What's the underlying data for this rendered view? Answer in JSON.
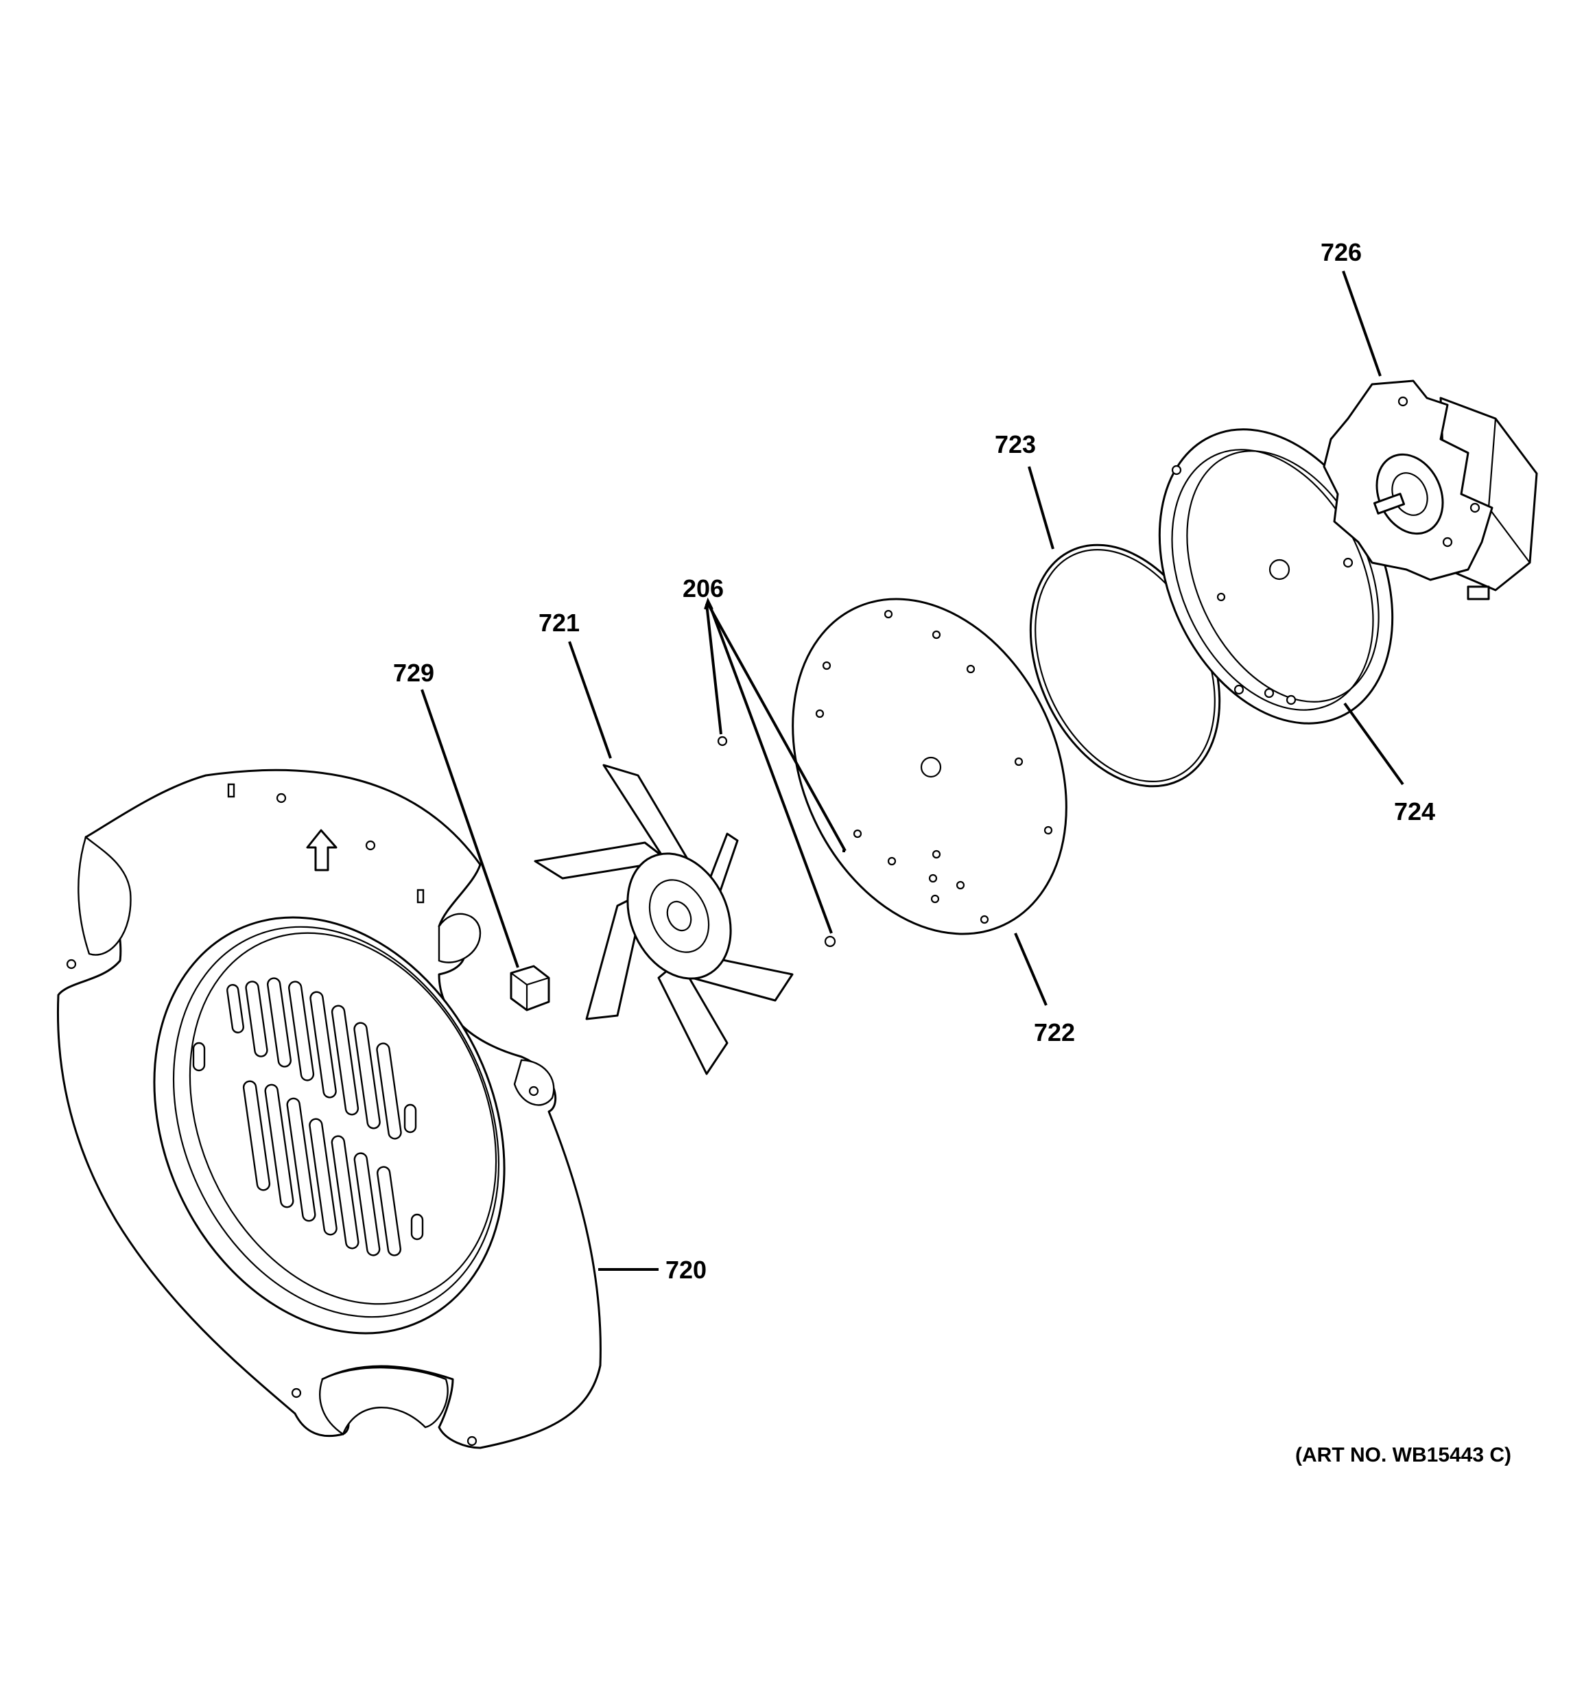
{
  "diagram": {
    "callouts": {
      "726": "726",
      "723": "723",
      "206": "206",
      "721": "721",
      "729": "729",
      "724": "724",
      "722": "722",
      "720": "720"
    },
    "art_number": "(ART NO. WB15443 C)"
  }
}
